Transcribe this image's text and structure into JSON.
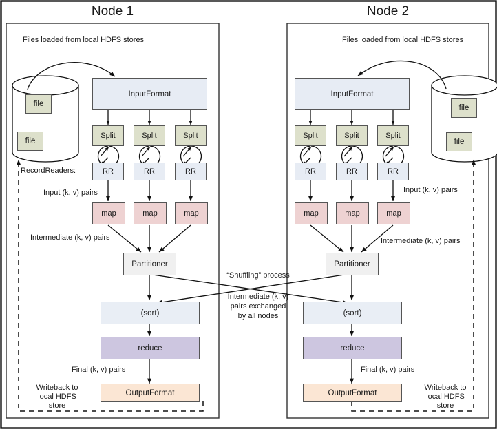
{
  "diagram": {
    "title_hidden": "",
    "nodes": [
      {
        "id": "node1",
        "title": "Node 1",
        "files_caption": "Files loaded from local HDFS stores",
        "inputformat": "InputFormat",
        "splits": [
          "Split",
          "Split",
          "Split"
        ],
        "recordreaders": [
          "RR",
          "RR",
          "RR"
        ],
        "maps": [
          "map",
          "map",
          "map"
        ],
        "partitioner": "Partitioner",
        "sort": "(sort)",
        "reduce": "reduce",
        "outputformat": "OutputFormat",
        "files": [
          "file",
          "file"
        ],
        "label_recordreaders": "RecordReaders:",
        "label_input_pairs": "Input (k, v) pairs",
        "label_intermediate_pairs": "Intermediate (k, v) pairs",
        "label_final_pairs": "Final (k, v) pairs",
        "label_writeback": [
          "Writeback to",
          "local HDFS",
          "store"
        ]
      },
      {
        "id": "node2",
        "title": "Node 2",
        "files_caption": "Files loaded from local HDFS stores",
        "inputformat": "InputFormat",
        "splits": [
          "Split",
          "Split",
          "Split"
        ],
        "recordreaders": [
          "RR",
          "RR",
          "RR"
        ],
        "maps": [
          "map",
          "map",
          "map"
        ],
        "partitioner": "Partitioner",
        "sort": "(sort)",
        "reduce": "reduce",
        "outputformat": "OutputFormat",
        "files": [
          "file",
          "file"
        ],
        "label_recordreaders": "",
        "label_input_pairs": "Input (k, v) pairs",
        "label_intermediate_pairs": "Intermediate (k, v) pairs",
        "label_final_pairs": "Final (k, v) pairs",
        "label_writeback": [
          "Writeback to",
          "local HDFS",
          "store"
        ]
      }
    ],
    "shuffle": {
      "process_label": "“Shuffling” process",
      "detail_lines": [
        "Intermediate (k, v)",
        "pairs exchanged",
        "by all nodes"
      ]
    },
    "colors": {
      "split_fill": "#dde0cb",
      "file_fill": "#dde0cb",
      "inputformat_fill": "#e7ecf4",
      "rr_fill": "#e7ecf4",
      "sort_fill": "#e9eef5",
      "map_fill": "#eed2d2",
      "partitioner_fill": "#f0f0f0",
      "reduce_fill": "#cdc6e0",
      "outputformat_fill": "#fbe6d4",
      "stroke": "#555555",
      "text": "#1a1a1a",
      "background": "#ffffff"
    }
  }
}
